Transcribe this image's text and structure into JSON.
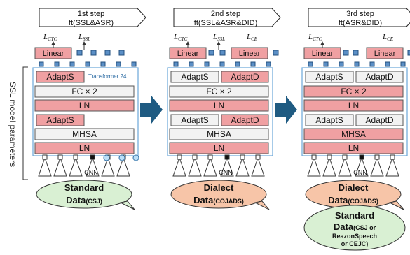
{
  "side_label": "SSL model parameters",
  "colors": {
    "trainable_fill": "#f0a0a2",
    "frozen_fill": "#f2f2f2",
    "block_border": "#555555",
    "transformer_border": "#6aa6d8",
    "arrow_blue": "#1f5b82",
    "standard_data_fill": "#d9f0d3",
    "dialect_data_fill": "#f7c5a8"
  },
  "steps": [
    {
      "tag_line1": "1st step",
      "tag_line2": "ft(SSL&ASR)",
      "losses": [
        "L_CTC",
        "L_SSL"
      ],
      "linear_label": "Linear",
      "transformer_label": "Transformer 24",
      "adapt_top": [
        "AdaptS"
      ],
      "fc_label": "FC × 2",
      "ln_top_label": "LN",
      "adapt_mid": [
        "AdaptS"
      ],
      "mhsa_label": "MHSA",
      "ln_bottom_label": "LN",
      "cnn_label": "CNN",
      "data_title": "Standard",
      "data_word": "Data",
      "data_sub": "(CSJ)"
    },
    {
      "tag_line1": "2nd step",
      "tag_line2": "ft(SSL&ASR&DID)",
      "losses": [
        "L_CTC",
        "L_SSL",
        "L_CE"
      ],
      "linear_label": "Linear",
      "adapt_top": [
        "AdaptS",
        "AdaptD"
      ],
      "fc_label": "FC × 2",
      "ln_top_label": "LN",
      "adapt_mid": [
        "AdaptS",
        "AdaptD"
      ],
      "mhsa_label": "MHSA",
      "ln_bottom_label": "LN",
      "cnn_label": "CNN",
      "data_title": "Dialect",
      "data_word": "Data",
      "data_sub": "(COJADS)"
    },
    {
      "tag_line1": "3rd step",
      "tag_line2": "ft(ASR&DID)",
      "losses": [
        "L_CTC",
        "L_CE"
      ],
      "linear_label": "Linear",
      "adapt_top": [
        "AdaptS",
        "AdaptD"
      ],
      "fc_label": "FC × 2",
      "ln_top_label": "LN",
      "adapt_mid": [
        "AdaptS",
        "AdaptD"
      ],
      "mhsa_label": "MHSA",
      "ln_bottom_label": "LN",
      "cnn_label": "CNN",
      "data_title": "Dialect",
      "data_word": "Data",
      "data_sub": "(COJADS)",
      "plus_label": "+",
      "extra_title": "Standard",
      "extra_word": "Data",
      "extra_sub_1": "(CSJ or",
      "extra_sub_2": "ReazonSpeech",
      "extra_sub_3": "or CEJC)"
    }
  ]
}
